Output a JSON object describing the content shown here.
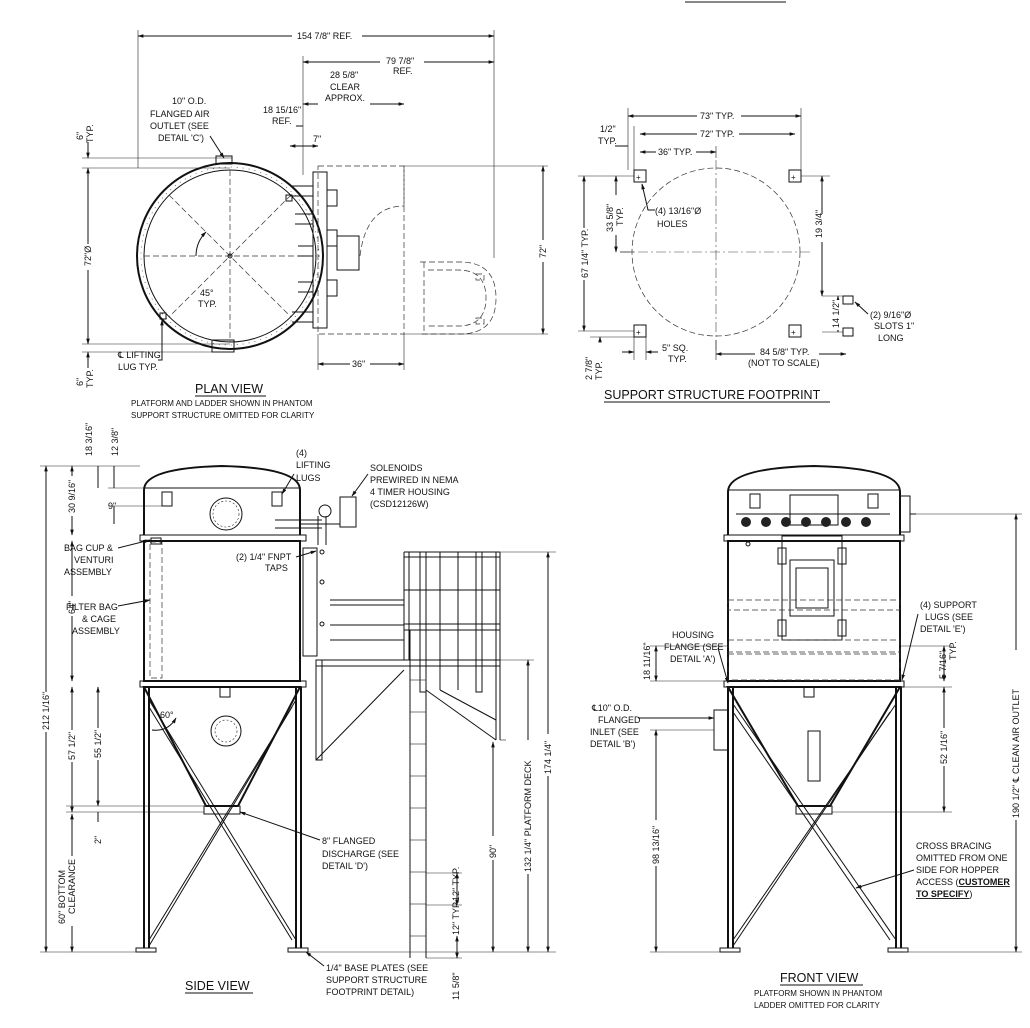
{
  "views": {
    "plan": {
      "title": "PLAN VIEW",
      "sub1": "PLATFORM AND LADDER SHOWN IN PHANTOM",
      "sub2": "SUPPORT STRUCTURE OMITTED FOR CLARITY",
      "dims": {
        "overall": "154 7/8\" REF.",
        "ref79": "79 7/8\"",
        "ref79b": "REF.",
        "clear1": "28 5/8\"",
        "clear2": "CLEAR",
        "clear3": "APPROX.",
        "d18a": "18 15/16\"",
        "d18b": "REF.",
        "d7": "7\"",
        "d6top": "6\"",
        "d6topb": "TYP.",
        "d72dia": "72\"Ø",
        "d72": "72\"",
        "d36": "36\"",
        "d6bot": "6\"",
        "d6botb": "TYP.",
        "ang": "45°",
        "angb": "TYP."
      },
      "notes": {
        "outlet1": "10\" O.D.",
        "outlet2": "FLANGED AIR",
        "outlet3": "OUTLET (SEE",
        "outlet4": "DETAIL 'C')",
        "lug1": "℄ LIFTING",
        "lug2": "LUG TYP."
      }
    },
    "support": {
      "title": "SUPPORT STRUCTURE FOOTPRINT",
      "dims": {
        "d73": "73\" TYP.",
        "d72": "72\" TYP.",
        "d36": "36\" TYP.",
        "half1": "1/2\"",
        "half2": "TYP.",
        "d33": "33 5/8\"",
        "d33b": "TYP.",
        "d19": "19 3/4\"",
        "d67": "67 1/4\" TYP.",
        "d14": "14 1/2\"",
        "d5sq": "5\" SQ.",
        "d5sqb": "TYP.",
        "d84": "84 5/8\" TYP.",
        "d84b": "(NOT TO SCALE)",
        "d278": "2 7/8\"",
        "d278b": "TYP."
      },
      "notes": {
        "holes1": "(4) 13/16\"Ø",
        "holes2": "HOLES",
        "slots1": "(2) 9/16\"Ø",
        "slots2": "SLOTS 1\"",
        "slots3": "LONG"
      }
    },
    "side": {
      "title": "SIDE VIEW",
      "dims": {
        "d18": "18 3/16\"",
        "d12": "12 3/8\"",
        "d30": "30 9/16\"",
        "d9": "9\"",
        "d64": "64\"",
        "d212": "212 1/16\"",
        "d57": "57 1/2\"",
        "d55": "55 1/2\"",
        "d2": "2\"",
        "d60a": "60\" BOTTOM",
        "d60b": "CLEARANCE",
        "ang60": "60°",
        "d12typ": "12\" TYP.",
        "d90": "90\"",
        "d132": "132 1/4\" PLATFORM DECK",
        "d174": "174 1/4\"",
        "d115": "11 5/8\""
      },
      "notes": {
        "lugs1": "(4)",
        "lugs2": "LIFTING",
        "lugs3": "LUGS",
        "sol1": "SOLENOIDS",
        "sol2": "PREWIRED IN NEMA",
        "sol3": "4 TIMER HOUSING",
        "sol4": "(CSD12126W)",
        "bag1": "BAG CUP &",
        "bag2": "VENTURI",
        "bag3": "ASSEMBLY",
        "taps1": "(2) 1/4\" FNPT",
        "taps2": "TAPS",
        "filt1": "FILTER BAG",
        "filt2": "& CAGE",
        "filt3": "ASSEMBLY",
        "dis1": "8\" FLANGED",
        "dis2": "DISCHARGE (SEE",
        "dis3": "DETAIL 'D')",
        "base1": "1/4\" BASE PLATES (SEE",
        "base2": "SUPPORT STRUCTURE",
        "base3": "FOOTPRINT DETAIL)"
      }
    },
    "front": {
      "title": "FRONT VIEW",
      "sub1": "PLATFORM SHOWN IN PHANTOM",
      "sub2": "LADDER OMITTED FOR CLARITY",
      "dims": {
        "d1811": "18 11/16\"",
        "d5716": "5 7/16\"",
        "d5716b": "TYP.",
        "d52": "52 1/16\"",
        "d98": "98 13/16\"",
        "d190": "190 1/2\" ℄ CLEAN AIR OUTLET"
      },
      "notes": {
        "house1": "HOUSING",
        "house2": "FLANGE (SEE",
        "house3": "DETAIL 'A')",
        "inlet1": "℄10\" O.D.",
        "inlet2": "FLANGED",
        "inlet3": "INLET (SEE",
        "inlet4": "DETAIL 'B')",
        "sup1": "(4) SUPPORT",
        "sup2": "LUGS (SEE",
        "sup3": "DETAIL 'E')",
        "cross1": "CROSS BRACING",
        "cross2": "OMITTED FROM ONE",
        "cross3": "SIDE FOR HOPPER",
        "cross4a": "ACCESS (",
        "cross4b": "CUSTOMER",
        "cross5": "TO SPECIFY",
        "cross5b": ")"
      }
    }
  }
}
